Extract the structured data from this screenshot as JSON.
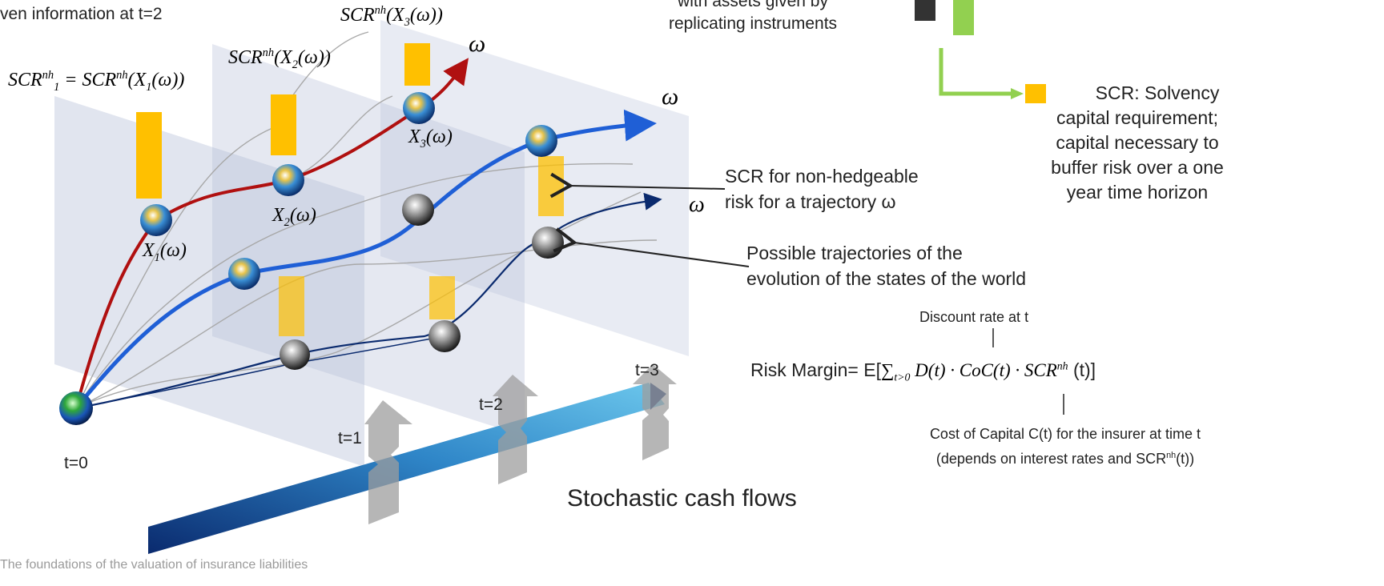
{
  "header_text": "ven information at t=2",
  "top_center_text": [
    "with assets given by",
    "replicating instruments"
  ],
  "math_labels": {
    "scr1_lhs": "SCR",
    "scr1_lhs_sup": "nh",
    "scr1_lhs_sub": "1",
    "scr1_rhs": "= SCR",
    "scr1_rhs_sup": "nh",
    "scr1_rhs_arg": "(X",
    "scr1_rhs_arg_sub": "1",
    "scr1_rhs_end": "(ω))",
    "scr2": "SCR",
    "scr2_sup": "nh",
    "scr2_arg": "(X",
    "scr2_sub": "2",
    "scr2_end": "(ω))",
    "scr3": "SCR",
    "scr3_sup": "nh",
    "scr3_arg": "(X",
    "scr3_sub": "3",
    "scr3_end": "(ω))",
    "x1": "X",
    "x1_sub": "1",
    "x1_end": "(ω)",
    "x2": "X",
    "x2_sub": "2",
    "x2_end": "(ω)",
    "x3": "X",
    "x3_sub": "3",
    "x3_end": "(ω)",
    "omega": "ω"
  },
  "time_labels": [
    "t=0",
    "t=1",
    "t=2",
    "t=3"
  ],
  "annotations": {
    "scr_non_hedgeable": [
      "SCR for non-hedgeable",
      "risk for a trajectory ω"
    ],
    "trajectories": [
      "Possible trajectories of the",
      "evolution of the states of the world"
    ],
    "legend_scr": [
      "SCR: Solvency",
      "capital requirement;",
      "capital necessary to",
      "buffer risk over a one",
      "year time horizon"
    ]
  },
  "formula": {
    "discount_label": "Discount rate at t",
    "prefix": "Risk Margin= E[",
    "sum": "∑",
    "sum_sub": "t>0",
    "body": " D(t) · CoC(t) · SCR",
    "sup": "nh",
    "end": " (t)]",
    "cost_label_line1": "Cost of Capital C(t) for the insurer at time t",
    "cost_label_line2_pre": "(depends on interest rates and SCR",
    "cost_label_line2_sup": "nh",
    "cost_label_line2_post": "(t))"
  },
  "cash_flows_label": "Stochastic cash flows",
  "footer_text": "The foundations of the valuation of insurance liabilities",
  "colors": {
    "scr_bar": "#ffc000",
    "red_path": "#b01010",
    "blue_path": "#1f5fd6",
    "navy_path": "#0a2a6e",
    "green": "#92d050",
    "dark_square": "#333333",
    "plane": "#b4bed8"
  }
}
